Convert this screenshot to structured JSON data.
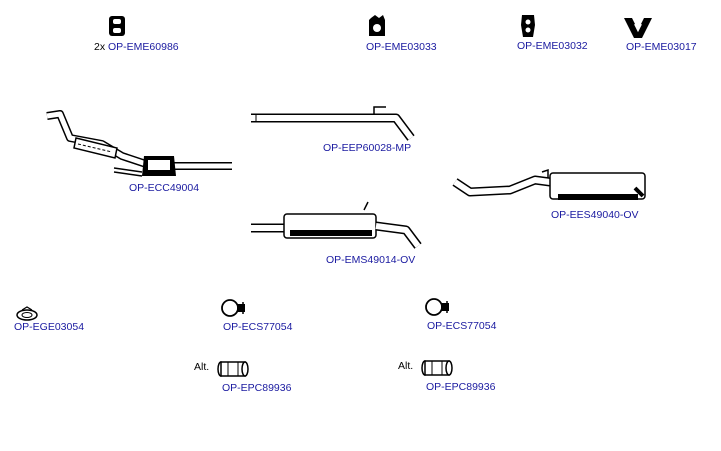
{
  "parts": {
    "hanger_60986": {
      "prefix": "2x",
      "code": "OP-EME60986"
    },
    "rubber_03033": {
      "code": "OP-EME03033"
    },
    "rubber_03032": {
      "code": "OP-EME03032"
    },
    "mount_03017": {
      "code": "OP-EME03017"
    },
    "pipe_60028": {
      "code": "OP-EEP60028-MP"
    },
    "catalyst_49004": {
      "code": "OP-ECC49004"
    },
    "rear_silencer_49040": {
      "code": "OP-EES49040-OV"
    },
    "middle_silencer_49014": {
      "code": "OP-EMS49014-OV"
    },
    "gasket_03054": {
      "code": "OP-EGE03054"
    },
    "clamp_77054_a": {
      "code": "OP-ECS77054"
    },
    "clamp_77054_b": {
      "code": "OP-ECS77054"
    },
    "connector_89936_a": {
      "prefix": "Alt.",
      "code": "OP-EPC89936"
    },
    "connector_89936_b": {
      "prefix": "Alt.",
      "code": "OP-EPC89936"
    }
  }
}
